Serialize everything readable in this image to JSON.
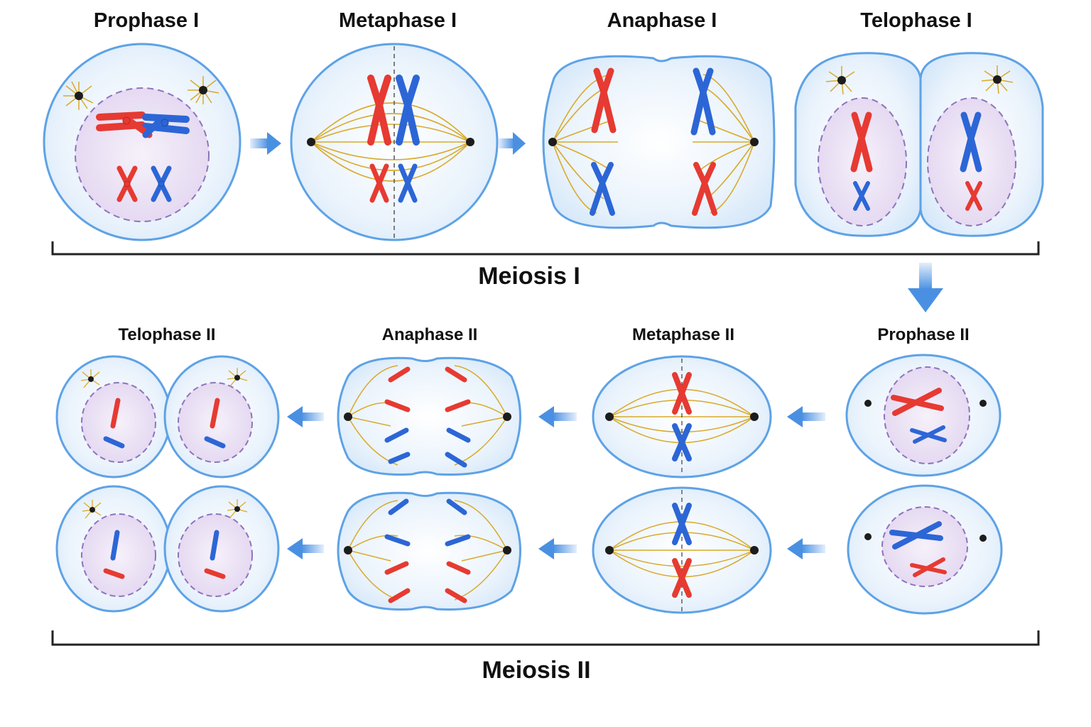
{
  "colors": {
    "cell_fill": "#e6f1fb",
    "cell_stroke": "#5ea2e6",
    "nucleus_fill": "#eadff3",
    "nucleus_stroke": "#8d74bd",
    "maternal": "#e63a32",
    "paternal": "#2c66d6",
    "spindle": "#d9a92c",
    "centrosome": "#1c1c1c",
    "arrow": "#4a90e2",
    "bracket": "#222222"
  },
  "meiosis_1": {
    "label": "Meiosis I",
    "stages": [
      {
        "label": "Prophase I"
      },
      {
        "label": "Metaphase I"
      },
      {
        "label": "Anaphase I"
      },
      {
        "label": "Telophase I"
      }
    ]
  },
  "meiosis_2": {
    "label": "Meiosis II",
    "stages": [
      {
        "label": "Telophase II"
      },
      {
        "label": "Anaphase II"
      },
      {
        "label": "Metaphase II"
      },
      {
        "label": "Prophase II"
      }
    ]
  }
}
